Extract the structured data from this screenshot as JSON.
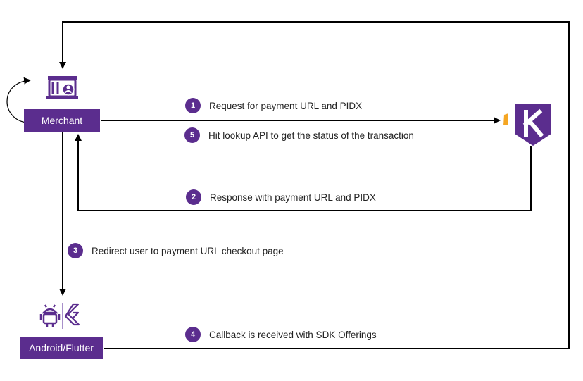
{
  "diagram": {
    "colors": {
      "brand": "#5b2d8e",
      "accent": "#f5a623",
      "line": "#000000"
    },
    "nodes": {
      "merchant": {
        "label": "Merchant",
        "icon": "merchant-store-icon"
      },
      "khalti": {
        "label": "K",
        "icon": "khalti-logo-icon"
      },
      "client": {
        "label": "Android/Flutter",
        "icons": [
          "android-icon",
          "flutter-icon"
        ]
      }
    },
    "steps": [
      {
        "number": "1",
        "text": "Request for payment URL and PIDX"
      },
      {
        "number": "2",
        "text": "Response with payment URL and PIDX"
      },
      {
        "number": "3",
        "text": "Redirect user to payment URL checkout page"
      },
      {
        "number": "4",
        "text": "Callback is received with SDK Offerings"
      },
      {
        "number": "5",
        "text": "Hit lookup API to get the status of the transaction"
      }
    ]
  }
}
